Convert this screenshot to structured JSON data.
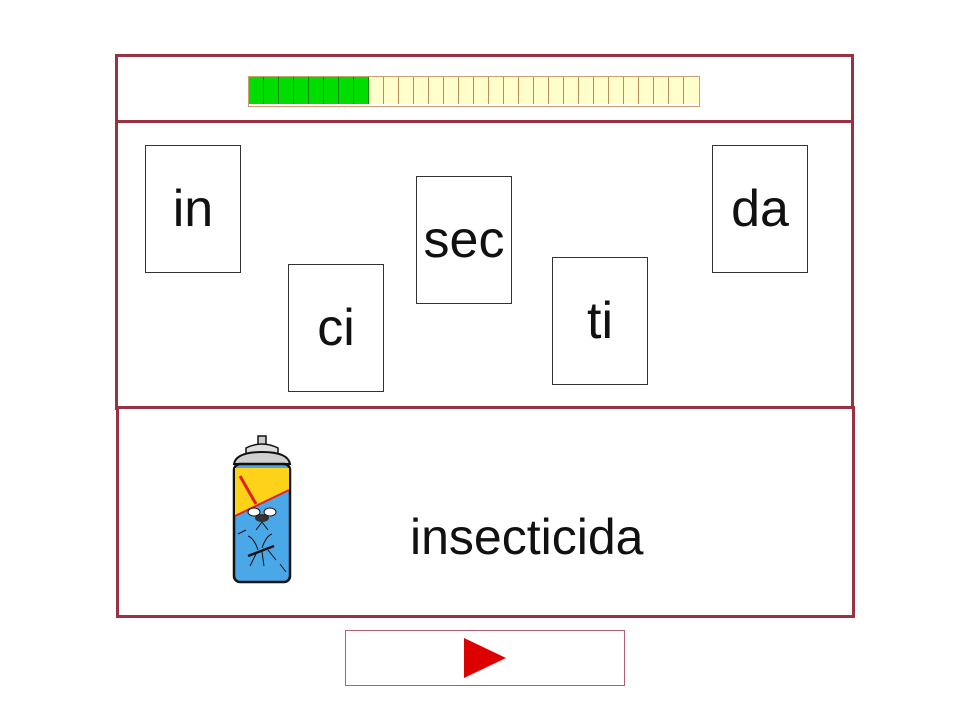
{
  "progress": {
    "completed": 8,
    "total": 30
  },
  "tiles": [
    "in",
    "ci",
    "sec",
    "ti",
    "da"
  ],
  "answer": {
    "word": "insecticida",
    "icon": "insecticide-spray-icon"
  },
  "controls": {
    "next_icon": "play-arrow-icon"
  },
  "colors": {
    "frame": "#993344",
    "progress_done": "#00dd00",
    "progress_todo": "#ffffcc",
    "next_arrow": "#dd0000"
  }
}
